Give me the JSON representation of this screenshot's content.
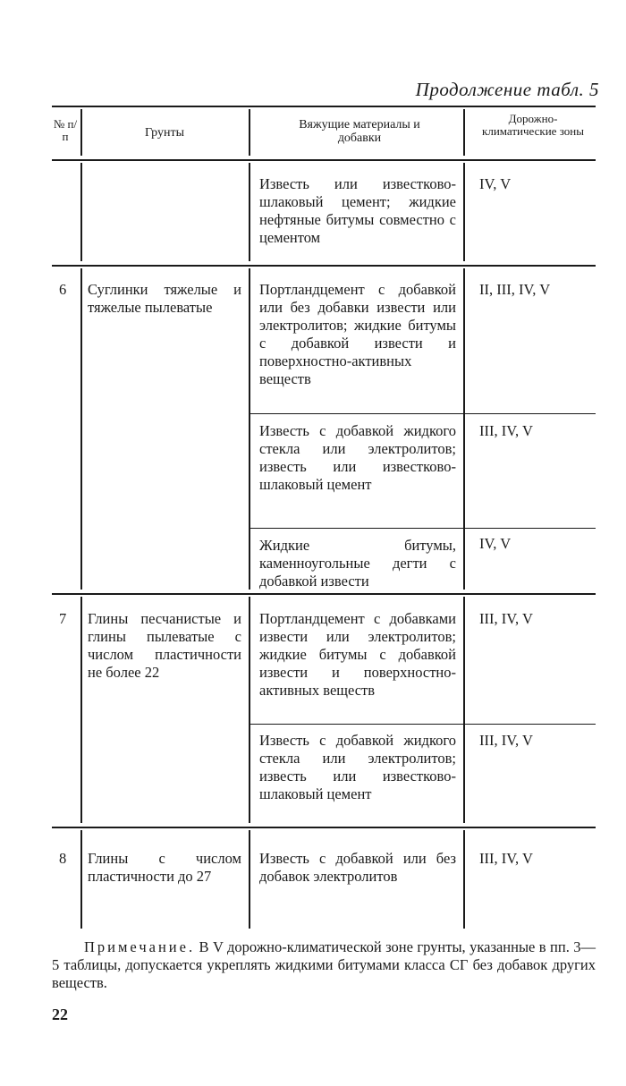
{
  "caption": "Продолжение табл. 5",
  "headers": {
    "num": "№ п/п",
    "soil": "Грунты",
    "binders": "Вяжущие материалы и добавки",
    "zones": "Дорожно-климатические зоны"
  },
  "rows": [
    {
      "num": "",
      "soil": "",
      "binder": "Известь или известково-шлаковый цемент; жидкие нефтяные битумы совместно с цементом",
      "zones": "IV, V"
    },
    {
      "num": "6",
      "soil": "Суглинки тяжелые и тяжелые пылеватые",
      "binder": "Портландцемент с добавкой или без добавки извести или электролитов; жидкие битумы с добавкой извести и поверхностно-активных веществ",
      "zones": "II, III, IV, V"
    },
    {
      "num": "",
      "soil": "",
      "binder": "Известь с добавкой жидкого стекла или электролитов; известь или известково-шлаковый цемент",
      "zones": "III, IV, V"
    },
    {
      "num": "",
      "soil": "",
      "binder": "Жидкие битумы, каменноугольные дегти с добавкой извести",
      "zones": "IV, V"
    },
    {
      "num": "7",
      "soil": "Глины песчанистые и глины пылеватые с числом пластичности не более 22",
      "binder": "Портландцемент с добавками извести или электролитов; жидкие битумы с добавкой извести и поверхностно-активных веществ",
      "zones": "III, IV, V"
    },
    {
      "num": "",
      "soil": "",
      "binder": "Известь с добавкой жидкого стекла или электролитов; известь или известково-шлаковый цемент",
      "zones": "III, IV, V"
    },
    {
      "num": "8",
      "soil": "Глины с числом пластичности до 27",
      "binder": "Известь с добавкой или без добавок электролитов",
      "zones": "III, IV, V"
    }
  ],
  "note": {
    "label": "Примечание.",
    "text": "В V дорожно-климатической зоне грунты, указанные в пп. 3—5 таблицы, допускается укреплять жидкими битумами класса СГ без добавок других веществ."
  },
  "page_number": "22"
}
